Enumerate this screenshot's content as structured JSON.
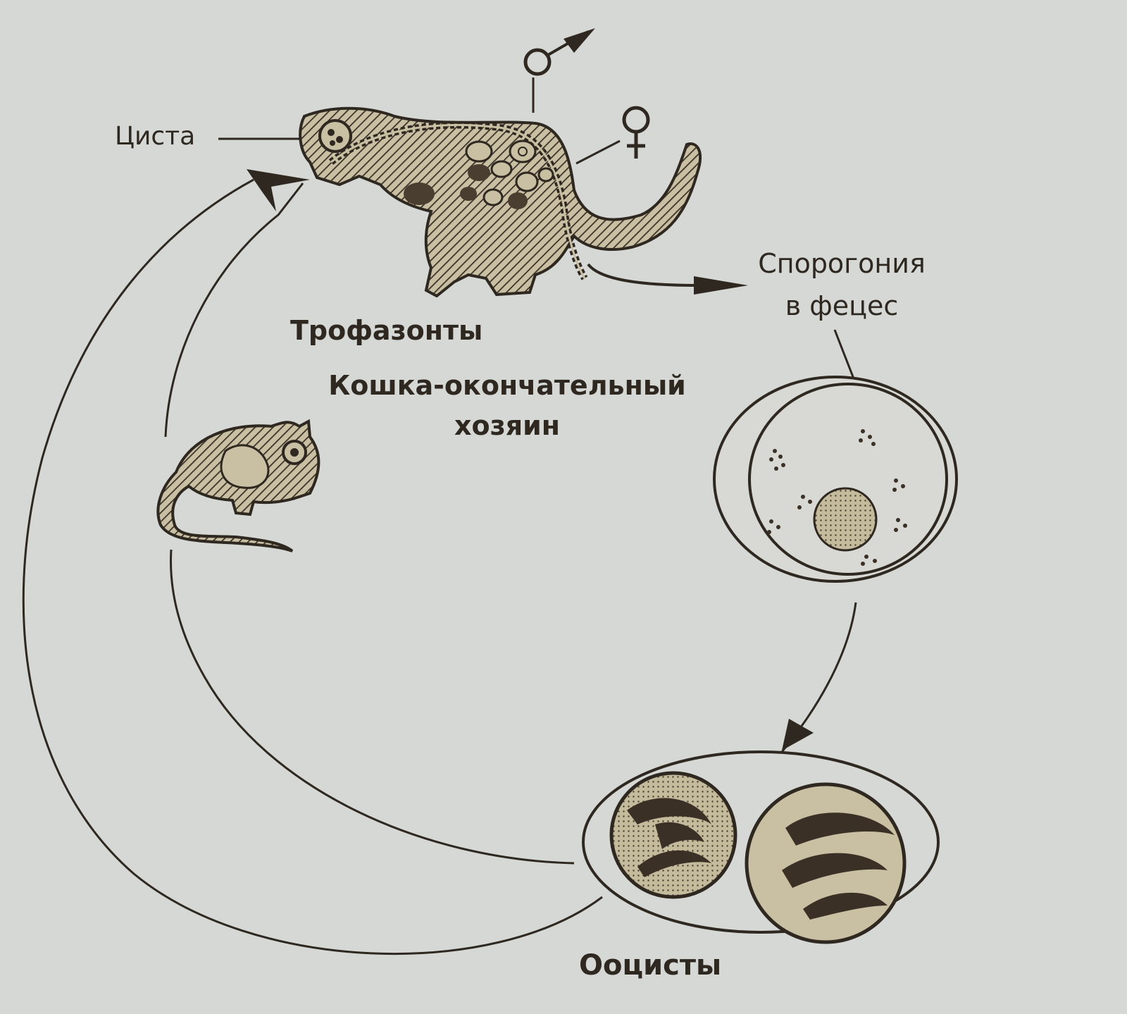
{
  "labels": {
    "cyst": "Циста",
    "trophozoites": "Трофазонты",
    "cat_host_line1": "Кошка-окончательный",
    "cat_host_line2": "хозяин",
    "sporogony_line1": "Спорогония",
    "sporogony_line2": "в фецес",
    "oocysts": "Ооцисты"
  },
  "colors": {
    "background": "#d6d8d6",
    "ink": "#2e2820",
    "fill": "#c9c0a3"
  },
  "icons": [
    "cat-icon",
    "mouse-icon",
    "male-symbol-icon",
    "female-symbol-icon",
    "oocyst-icon",
    "sporulated-oocyst-icon"
  ]
}
